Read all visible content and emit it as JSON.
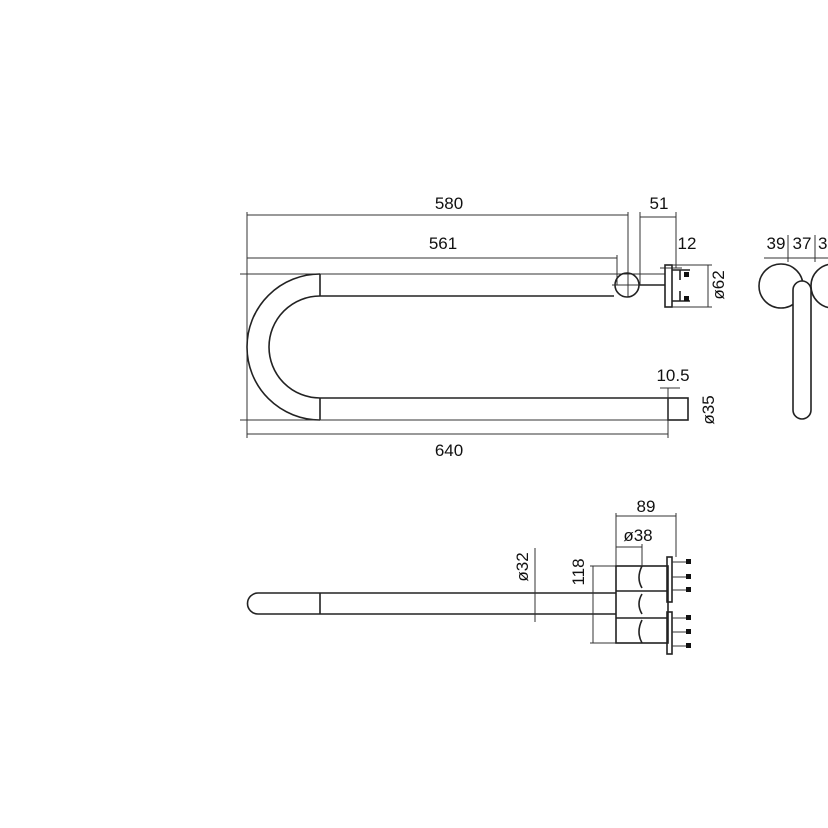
{
  "top_view": {
    "dims": {
      "d580": "580",
      "d51": "51",
      "d561": "561",
      "d12": "12",
      "d62": "ø62",
      "d10_5": "10.5",
      "d35": "ø35",
      "d640": "640"
    }
  },
  "side_view": {
    "dims": {
      "d39": "39",
      "d37": "37",
      "d3": "3"
    }
  },
  "bottom_view": {
    "dims": {
      "d89": "89",
      "d38": "ø38",
      "d32": "ø32",
      "d118": "118"
    }
  },
  "colors": {
    "line": "#222222",
    "background": "#ffffff"
  }
}
